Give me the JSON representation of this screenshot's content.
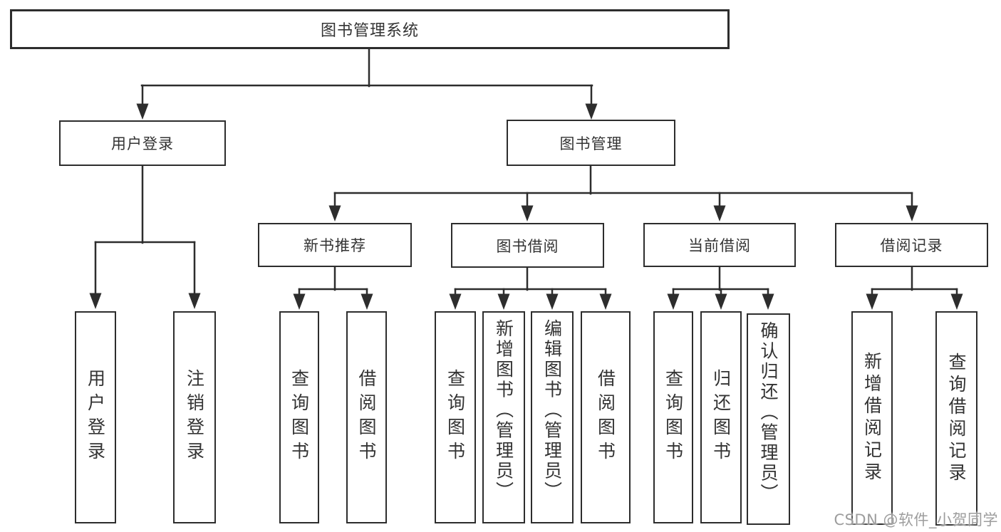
{
  "diagram": {
    "root": {
      "label": "图书管理系统",
      "children": [
        {
          "label": "用户登录",
          "children": [
            {
              "label": "用户登录"
            },
            {
              "label": "注销登录"
            }
          ]
        },
        {
          "label": "图书管理",
          "children": [
            {
              "label": "新书推荐",
              "children": [
                {
                  "label": "查询图书"
                },
                {
                  "label": "借阅图书"
                }
              ]
            },
            {
              "label": "图书借阅",
              "children": [
                {
                  "label": "查询图书"
                },
                {
                  "label": "新增图书（管理员）"
                },
                {
                  "label": "编辑图书（管理员）"
                },
                {
                  "label": "借阅图书"
                }
              ]
            },
            {
              "label": "当前借阅",
              "children": [
                {
                  "label": "查询图书"
                },
                {
                  "label": "归还图书"
                },
                {
                  "label": "确认归还（管理员）"
                }
              ]
            },
            {
              "label": "借阅记录",
              "children": [
                {
                  "label": "新增借阅记录"
                },
                {
                  "label": "查询借阅记录"
                }
              ]
            }
          ]
        }
      ]
    }
  },
  "watermark": {
    "text": "CSDN @软件_小贺同学"
  },
  "colors": {
    "line": "#2d2d2d",
    "text": "#333333",
    "watermark": "#9d9d9d",
    "background": "#ffffff"
  }
}
